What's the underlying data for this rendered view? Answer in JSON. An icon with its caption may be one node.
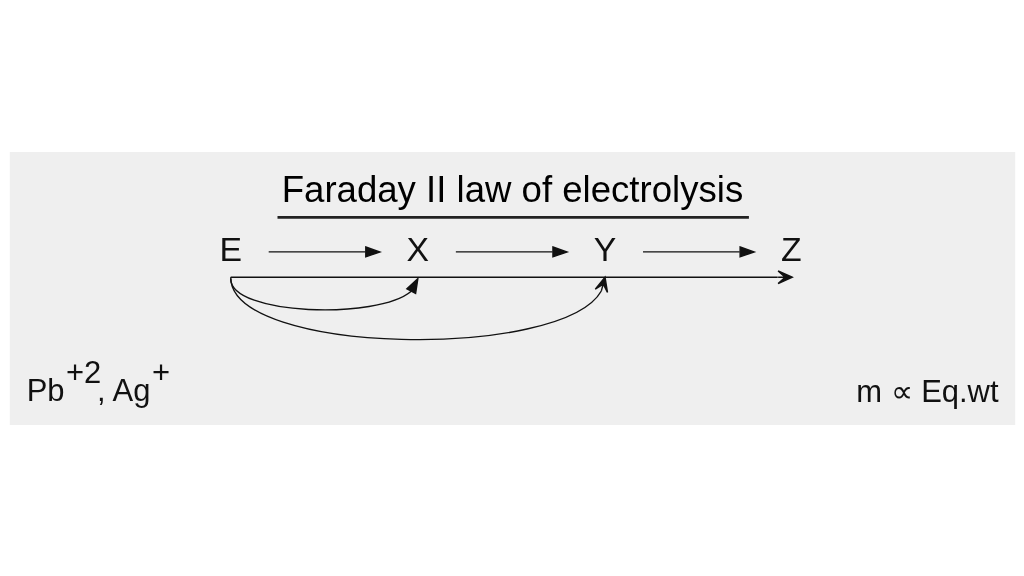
{
  "diagram": {
    "title": "Faraday II law of electrolysis",
    "nodes": [
      {
        "text": [
          "E"
        ]
      },
      {
        "text": [
          "X"
        ]
      },
      {
        "text": [
          "Y"
        ]
      },
      {
        "text": [
          "Z"
        ]
      }
    ],
    "edges": [
      {
        "from": 0,
        "to": 1,
        "arrow": "to"
      },
      {
        "from": 1,
        "to": 2,
        "arrow": "to"
      },
      {
        "from": 2,
        "to": 3,
        "arrow": "to"
      },
      {
        "from": 0,
        "to": 1,
        "arrow": "to"
      },
      {
        "from": 0,
        "to": 2,
        "arrow": "to"
      },
      {
        "from": 0,
        "to": 3,
        "arrow": "to"
      }
    ],
    "labels": [
      "Pb$^{+2}$, Ag$^{+}$",
      "m ∝ Eq.wt"
    ]
  }
}
